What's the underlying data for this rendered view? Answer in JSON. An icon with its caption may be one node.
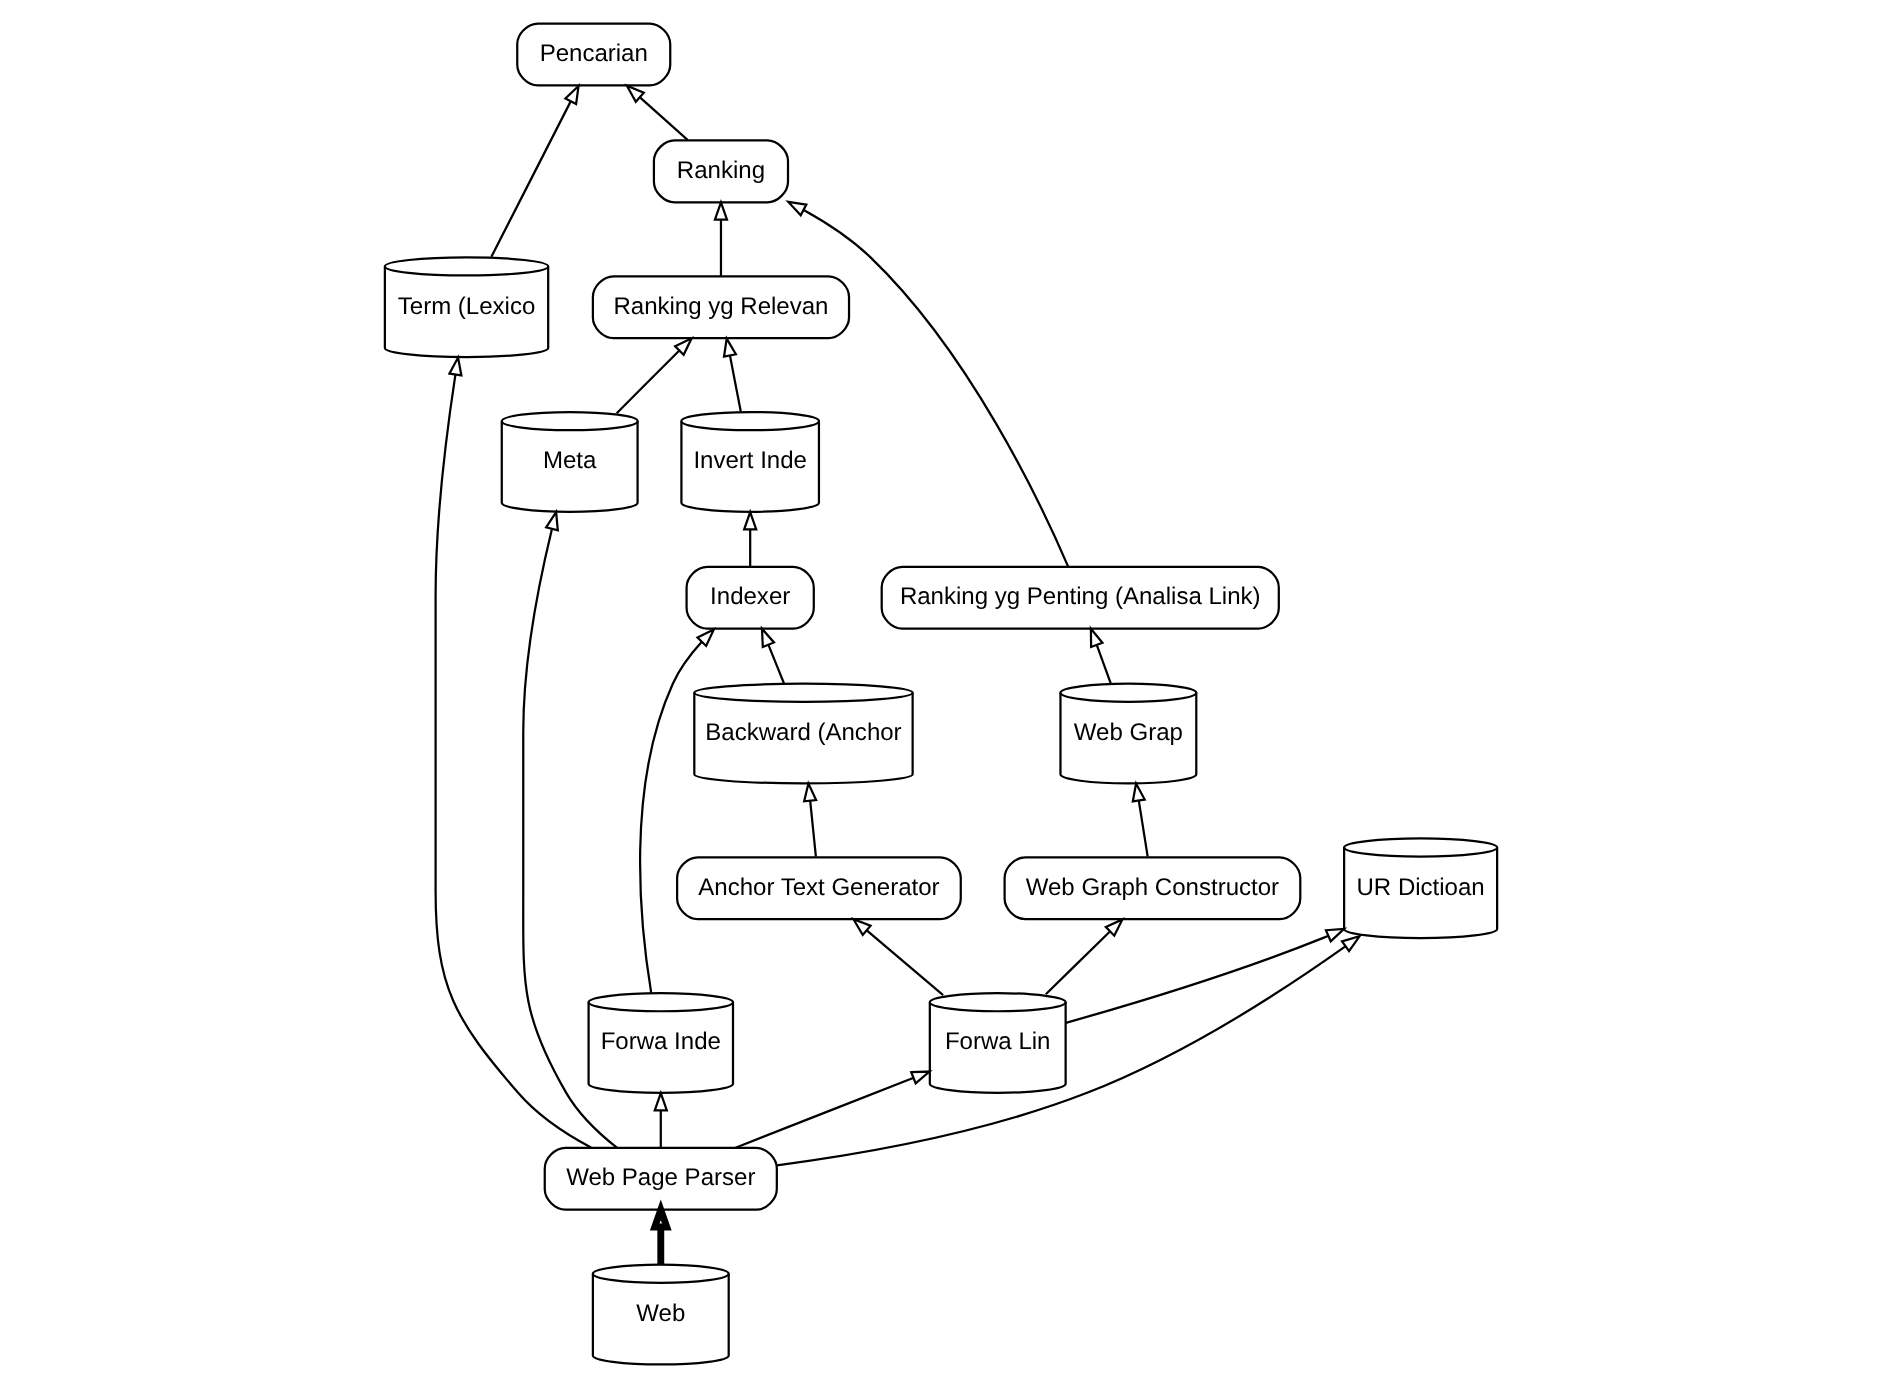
{
  "diagram": {
    "nodes": [
      {
        "text": [
          "Pencarian"
        ]
      },
      {
        "text": [
          "Ranking"
        ]
      },
      {
        "text": [
          "Ranking yg Penting (Analisa Link)"
        ]
      },
      {
        "text": [
          "Ranking yg Relevan"
        ]
      },
      {
        "text": [
          "Backward (Anchor"
        ]
      },
      {
        "text": [
          "Web Grap"
        ]
      },
      {
        "text": [
          "Invert Inde"
        ]
      },
      {
        "text": [
          "Indexer"
        ]
      },
      {
        "text": [
          "Anchor Text Generator"
        ]
      },
      {
        "text": [
          "Web Graph Constructor"
        ]
      },
      {
        "text": [
          "Term (Lexico"
        ]
      },
      {
        "text": [
          "Meta"
        ]
      },
      {
        "text": [
          "Forwa Inde"
        ]
      },
      {
        "text": [
          "Forwa Lin"
        ]
      },
      {
        "text": [
          "UR Dictioan"
        ]
      },
      {
        "text": [
          "Web Page Parser"
        ]
      },
      {
        "text": [
          "Web"
        ]
      }
    ],
    "edges": [
      {
        "from": 1,
        "to": 0,
        "arrow": "to"
      },
      {
        "from": 3,
        "to": 1,
        "arrow": "to"
      },
      {
        "from": 2,
        "to": 1,
        "arrow": "to"
      },
      {
        "from": 5,
        "to": 2,
        "arrow": "to"
      },
      {
        "from": 6,
        "to": 3,
        "arrow": "to"
      },
      {
        "from": 11,
        "to": 3,
        "arrow": "to"
      },
      {
        "from": 10,
        "to": 0,
        "arrow": "to"
      },
      {
        "from": 7,
        "to": 6,
        "arrow": "to"
      },
      {
        "from": 4,
        "to": 7,
        "arrow": "to"
      },
      {
        "from": 12,
        "to": 7,
        "arrow": "to"
      },
      {
        "from": 8,
        "to": 4,
        "arrow": "to"
      },
      {
        "from": 9,
        "to": 5,
        "arrow": "to"
      },
      {
        "from": 13,
        "to": 8,
        "arrow": "to"
      },
      {
        "from": 13,
        "to": 9,
        "arrow": "to"
      },
      {
        "from": 13,
        "to": 14,
        "arrow": "to"
      },
      {
        "from": 15,
        "to": 10,
        "arrow": "to"
      },
      {
        "from": 15,
        "to": 11,
        "arrow": "to"
      },
      {
        "from": 15,
        "to": 12,
        "arrow": "to"
      },
      {
        "from": 15,
        "to": 13,
        "arrow": "to"
      },
      {
        "from": 15,
        "to": 14,
        "arrow": "to"
      },
      {
        "from": 16,
        "to": 15,
        "arrow": "to",
        "style": "thick"
      }
    ]
  }
}
